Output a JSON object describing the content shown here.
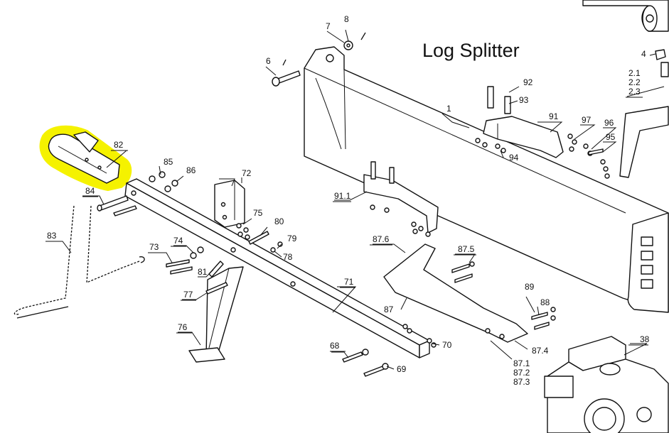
{
  "title": "Log Splitter",
  "highlight_color": "#F5F200",
  "parts": {
    "p1": "1",
    "p21": "2.1",
    "p22": "2.2",
    "p23": "2.3",
    "p4": "4",
    "p6": "6",
    "p7": "7",
    "p8": "8",
    "p38": "38",
    "p68": "68",
    "p69": "69",
    "p70": "70",
    "p71": "71",
    "p72": "72",
    "p73": "73",
    "p74": "74",
    "p75": "75",
    "p76": "76",
    "p77": "77",
    "p78": "78",
    "p79": "79",
    "p80": "80",
    "p81": "81",
    "p82": "82",
    "p83": "83",
    "p84": "84",
    "p85": "85",
    "p86": "86",
    "p87": "87",
    "p871": "87.1",
    "p872": "87.2",
    "p873": "87.3",
    "p874": "87.4",
    "p875": "87.5",
    "p876": "87.6",
    "p88": "88",
    "p89": "89",
    "p91": "91",
    "p911": "91.1",
    "p92": "92",
    "p93": "93",
    "p94": "94",
    "p95": "95",
    "p96": "96",
    "p97": "97"
  }
}
